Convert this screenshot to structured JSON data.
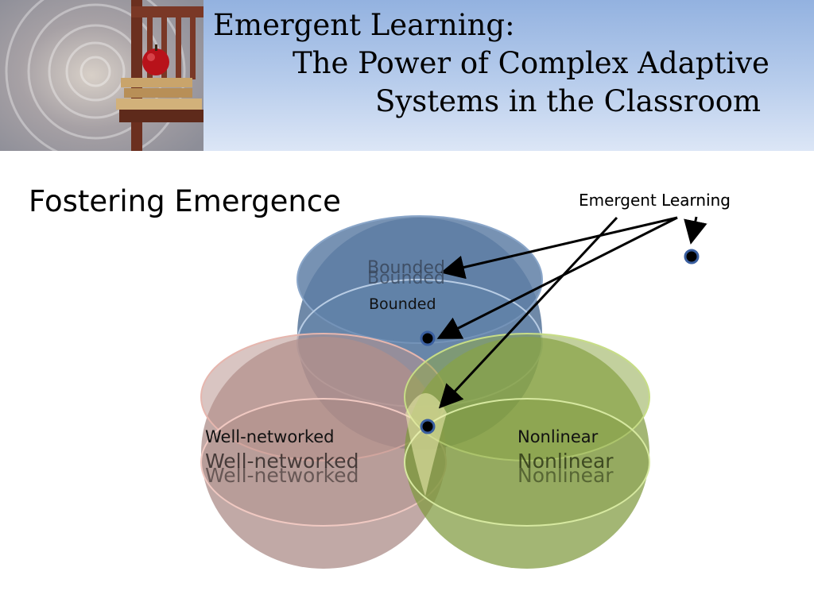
{
  "slide": {
    "title_line1": "Emergent Learning:",
    "title_line2": "The Power of Complex Adaptive",
    "title_line3": "Systems in the Classroom",
    "subtitle": "Fostering Emergence"
  },
  "diagram": {
    "top_label": "Emergent Learning",
    "top_label_ghost": "Learning",
    "circle_bounded": "Bounded",
    "circle_wellnetworked": "Well-networked",
    "circle_nonlinear": "Nonlinear"
  },
  "colors": {
    "header_top": "#93b2e0",
    "header_bottom": "#dce6f6",
    "blue_circle": "#4f6f95",
    "red_circle": "#a98883",
    "green_circle": "#7f9a3f"
  }
}
